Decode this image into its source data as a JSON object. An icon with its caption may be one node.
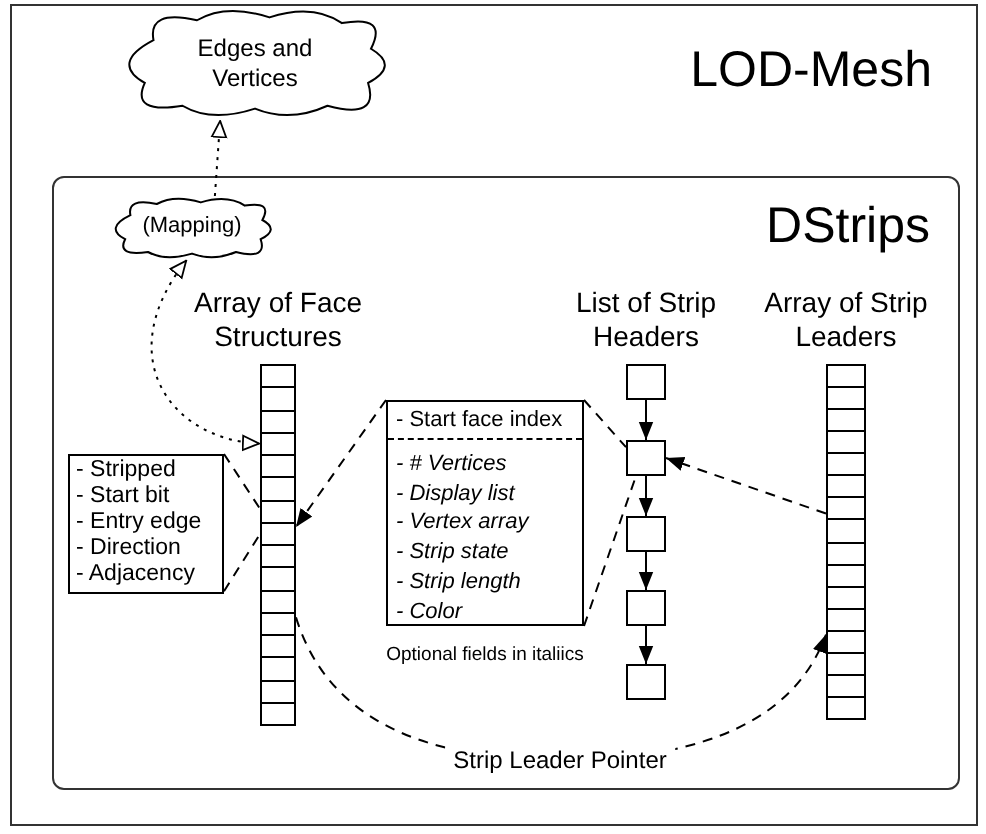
{
  "diagram": {
    "nodes": [
      {
        "text": [
          "LOD-Mesh"
        ]
      },
      {
        "text": [
          "Edges and Vertices"
        ],
        "in": 0
      },
      {
        "text": [
          "DStrips"
        ],
        "in": 0
      },
      {
        "text": [
          "(Mapping)"
        ],
        "in": 2
      },
      {
        "text": [
          "Array of Face Structures"
        ],
        "in": 2
      },
      {
        "text": [
          "- Stripped",
          "- Start bit",
          "- Entry edge",
          "- Direction",
          "- Adjacency"
        ],
        "in": 2
      },
      {
        "text": [
          "- Start face index",
          "- # Vertices",
          "- Display list",
          "- Vertex array",
          "- Strip state",
          "- Strip length",
          "- Color"
        ],
        "beside": [
          "Optional fields in italiics"
        ],
        "in": 2
      },
      {
        "text": [],
        "shape": "box",
        "in": 2
      },
      {
        "text": [],
        "shape": "box",
        "in": 2
      },
      {
        "text": [],
        "shape": "box",
        "in": 2
      },
      {
        "text": [],
        "shape": "box",
        "in": 2
      },
      {
        "text": [],
        "shape": "box",
        "in": 2
      },
      {
        "text": [
          "Array of Strip Leaders"
        ],
        "in": 2
      }
    ],
    "edges": [
      {
        "from": 3,
        "to": 1,
        "arrow": "to",
        "style": "dashed"
      },
      {
        "from": 3,
        "to": 4,
        "arrow": "both",
        "style": "dashed"
      },
      {
        "from": 5,
        "to": 4,
        "arrow": "none",
        "style": "dashed"
      },
      {
        "from": 5,
        "to": 4,
        "arrow": "none",
        "style": "dashed"
      },
      {
        "from": 6,
        "to": 4,
        "arrow": "to",
        "style": "dashed"
      },
      {
        "from": 6,
        "to": 8,
        "arrow": "none",
        "style": "dashed"
      },
      {
        "from": 6,
        "to": 8,
        "arrow": "none",
        "style": "dashed"
      },
      {
        "from": 7,
        "to": 8,
        "arrow": "to"
      },
      {
        "from": 8,
        "to": 9,
        "arrow": "to"
      },
      {
        "from": 9,
        "to": 10,
        "arrow": "to"
      },
      {
        "from": 10,
        "to": 11,
        "arrow": "to"
      },
      {
        "from": 12,
        "to": 8,
        "arrow": "to",
        "style": "dashed"
      },
      {
        "from": 4,
        "to": 12,
        "arrow": "to",
        "style": "dashed",
        "label": "Strip Leader Pointer"
      }
    ],
    "labels": [
      "List of Strip Headers"
    ]
  }
}
